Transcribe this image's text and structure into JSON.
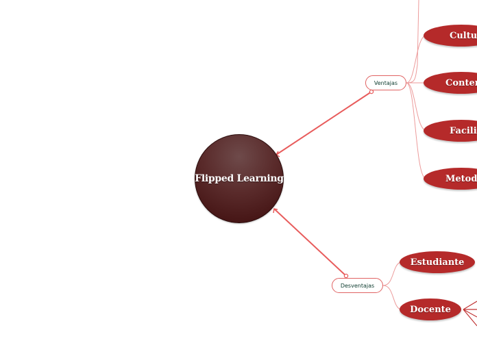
{
  "diagram": {
    "central_topic": "Flipped Learning",
    "branches": [
      {
        "label": "Ventajas",
        "children": [
          "Cultu",
          "Conten",
          "Facilit",
          "Metodo"
        ]
      },
      {
        "label": "Desventajas",
        "children": [
          "Estudiante",
          "Docente"
        ]
      }
    ],
    "colors": {
      "central_fill": "#5a2b2b",
      "connector": "#e85c5c",
      "leaf_fill": "#b52a2a",
      "branch_text": "#0c3b2e"
    }
  }
}
